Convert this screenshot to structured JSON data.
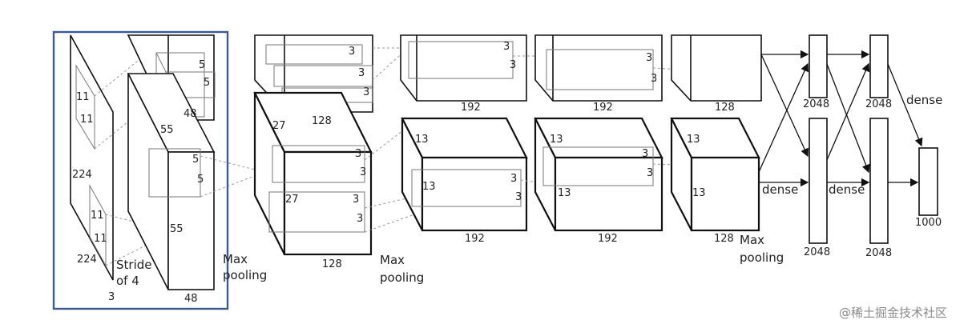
{
  "layer1": {
    "in_h": "224",
    "in_w": "224",
    "in_c": "3",
    "k1": "11",
    "k2": "11",
    "k3": "11",
    "k4": "11",
    "stride": "Stride",
    "stride2": "of 4"
  },
  "layer2": {
    "d1": "55",
    "d2": "55",
    "c_top": "48",
    "c_bot": "48",
    "k5a": "5",
    "k5b": "5",
    "k5c": "5",
    "k5d": "5",
    "pool1": "Max",
    "pool2": "pooling"
  },
  "layer3": {
    "d27a": "27",
    "d27b": "27",
    "c_top": "128",
    "c_bot": "128",
    "k3a": "3",
    "k3b": "3",
    "k3c": "3",
    "k3d": "3",
    "k3e": "3",
    "k3f": "3",
    "k3g": "3",
    "pool1": "Max",
    "pool2": "pooling"
  },
  "layer4": {
    "c_top": "192",
    "c_bot": "192",
    "d13a": "13",
    "d13b": "13",
    "k3a": "3",
    "k3b": "3",
    "k3c": "3",
    "k3d": "3"
  },
  "layer5": {
    "c_top": "192",
    "c_bot": "192",
    "d13a": "13",
    "d13b": "13",
    "k3a": "3",
    "k3b": "3",
    "k3c": "3",
    "k3d": "3"
  },
  "layer6": {
    "c_top": "128",
    "c_bot": "128",
    "d13a": "13",
    "d13b": "13",
    "pool1": "Max",
    "pool2": "pooling"
  },
  "dense": {
    "d1": "dense",
    "d2": "dense",
    "d3": "dense",
    "f1a": "2048",
    "f1b": "2048",
    "f2a": "2048",
    "f2b": "2048",
    "out": "1000"
  },
  "watermark": "@稀土掘金技术社区",
  "colors": {
    "highlight": "#3a5a99",
    "stroke": "#111111",
    "guide": "#999999"
  }
}
